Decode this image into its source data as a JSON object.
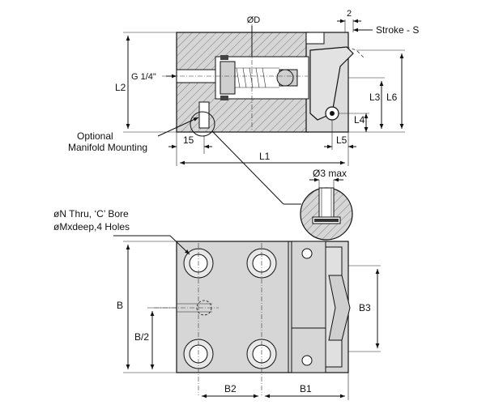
{
  "labels": {
    "diameter_d": "ØD",
    "dim_2": "2",
    "stroke": "Stroke - S",
    "l2": "L2",
    "g_quarter": "G 1/4\"",
    "l3": "L3",
    "l6": "L6",
    "l4": "L4",
    "optional_line1": "Optional",
    "optional_line2": "Manifold Mounting",
    "dim_15": "15",
    "l5": "L5",
    "l1": "L1",
    "phi3max": "Ø3 max",
    "bore_line1": "øN Thru, ‘C’ Bore",
    "bore_line2": "øMxdeep,4 Holes",
    "b": "B",
    "b_half": "B/2",
    "b3": "B3",
    "b2": "B2",
    "b1": "B1"
  },
  "colors": {
    "body_fill": "#d6d6d6",
    "line": "#111111"
  }
}
